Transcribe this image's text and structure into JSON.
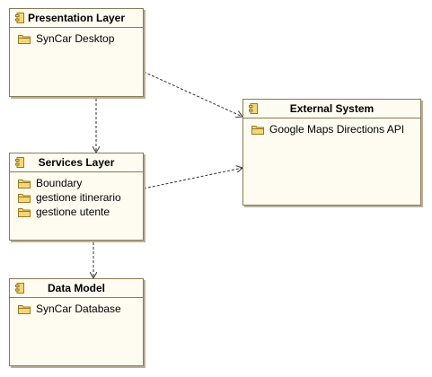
{
  "components": {
    "presentation": {
      "title": "Presentation Layer",
      "items": [
        "SynCar Desktop"
      ]
    },
    "services": {
      "title": "Services Layer",
      "items": [
        "Boundary",
        "gestione itinerario",
        "gestione utente"
      ]
    },
    "data_model": {
      "title": "Data Model",
      "items": [
        "SynCar Database"
      ]
    },
    "external": {
      "title": "External System",
      "items": [
        "Google Maps Directions API"
      ]
    }
  },
  "icons": {
    "component": "component-icon",
    "package": "folder-icon"
  },
  "colors": {
    "box_fill": "#fefcf0",
    "box_border": "#8a7a55",
    "shadow": "#b7b09c",
    "icon_fill": "#f4d67c",
    "icon_border": "#9a7a1c",
    "connector": "#333333"
  }
}
